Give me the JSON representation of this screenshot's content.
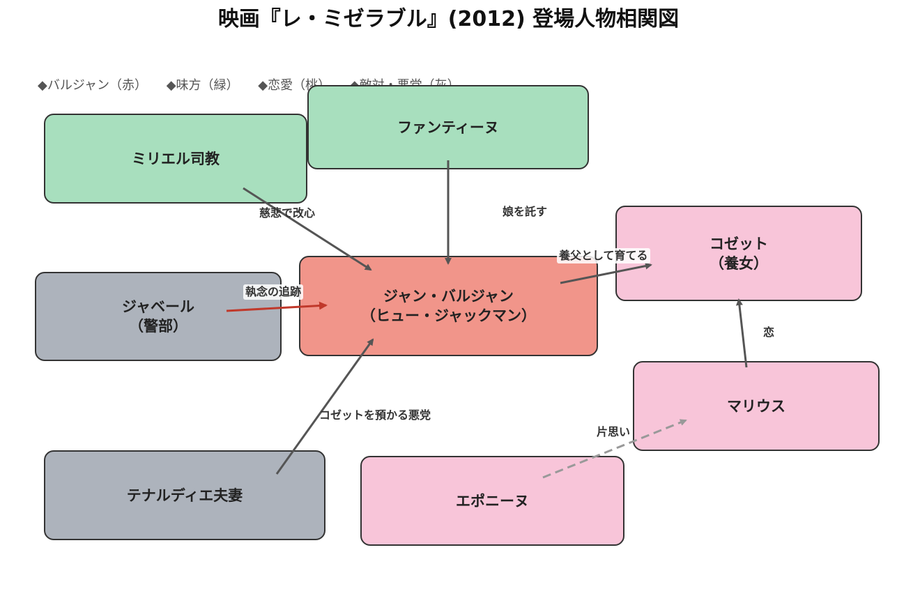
{
  "title": "映画『レ・ミゼラブル』(2012) 登場人物相関図",
  "legend": [
    "◆バルジャン（赤）",
    "◆味方（緑）",
    "◆恋愛（桃）",
    "◆敵対・悪党（灰）"
  ],
  "colors": {
    "protagonist": "#f1958a",
    "ally": "#a8dfbe",
    "romance": "#f8c5d9",
    "enemy": "#adb3bc",
    "border": "#333333",
    "edge_default": "#555555",
    "edge_hostile": "#c0392b",
    "edge_unrequited": "#999999"
  },
  "nodes": {
    "myriel": {
      "line1": "ミリエル司教",
      "line2": ""
    },
    "fantine": {
      "line1": "ファンティーヌ",
      "line2": ""
    },
    "valjean": {
      "line1": "ジャン・バルジャン",
      "line2": "（ヒュー・ジャックマン）"
    },
    "javert": {
      "line1": "ジャベール",
      "line2": "（警部）"
    },
    "cosette": {
      "line1": "コゼット",
      "line2": "（養女）"
    },
    "marius": {
      "line1": "マリウス",
      "line2": ""
    },
    "thenardier": {
      "line1": "テナルディエ夫妻",
      "line2": ""
    },
    "eponine": {
      "line1": "エポニーヌ",
      "line2": ""
    }
  },
  "edges": {
    "myriel_valjean": "慈悲で改心",
    "fantine_valjean": "娘を託す",
    "valjean_cosette": "養父として育てる",
    "javert_valjean": "執念の追跡",
    "marius_cosette": "恋",
    "eponine_marius": "片思い",
    "thenardier_valjean": "コゼットを預かる悪党"
  }
}
